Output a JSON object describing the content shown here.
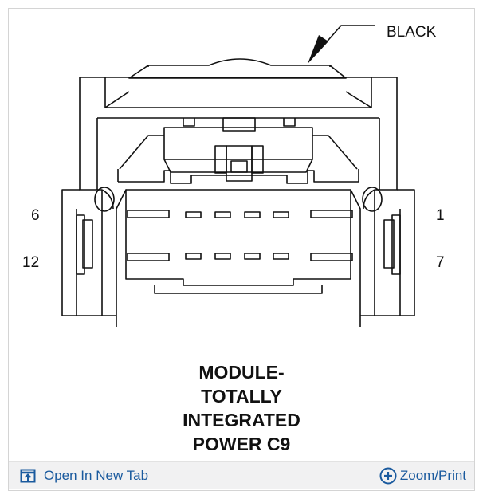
{
  "diagram": {
    "color_label": "BLACK",
    "pins": {
      "top_left": "6",
      "bottom_left": "12",
      "top_right": "1",
      "bottom_right": "7"
    },
    "title_lines": [
      "MODULE-",
      "TOTALLY",
      "INTEGRATED",
      "POWER C9"
    ]
  },
  "toolbar": {
    "open_new_tab_label": "Open In New Tab",
    "zoom_print_label": "Zoom/Print",
    "link_color": "#1a5a9e"
  }
}
